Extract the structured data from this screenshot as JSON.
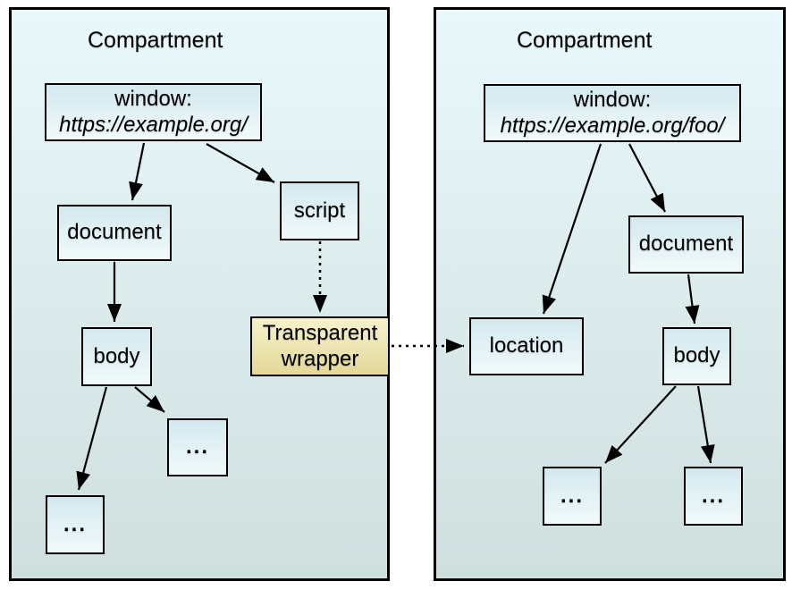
{
  "left": {
    "title": "Compartment",
    "window": {
      "label": "window:",
      "url": "https://example.org/"
    },
    "nodes": {
      "document": "document",
      "script": "script",
      "body": "body",
      "dots1": "...",
      "dots2": "..."
    }
  },
  "wrapper": {
    "label": "Transparent wrapper"
  },
  "right": {
    "title": "Compartment",
    "window": {
      "label": "window:",
      "url": "https://example.org/foo/"
    },
    "nodes": {
      "location": "location",
      "document": "document",
      "body": "body",
      "dots1": "...",
      "dots2": "..."
    }
  },
  "colors": {
    "comp_top": "#e9f8fb",
    "comp_bottom": "#cfdfde",
    "node_top": "#d3e9ef",
    "node_bottom": "#f1fafb",
    "wrapper_top": "#f7f2cd",
    "wrapper_bottom": "#e3d897",
    "border": "#000000"
  }
}
